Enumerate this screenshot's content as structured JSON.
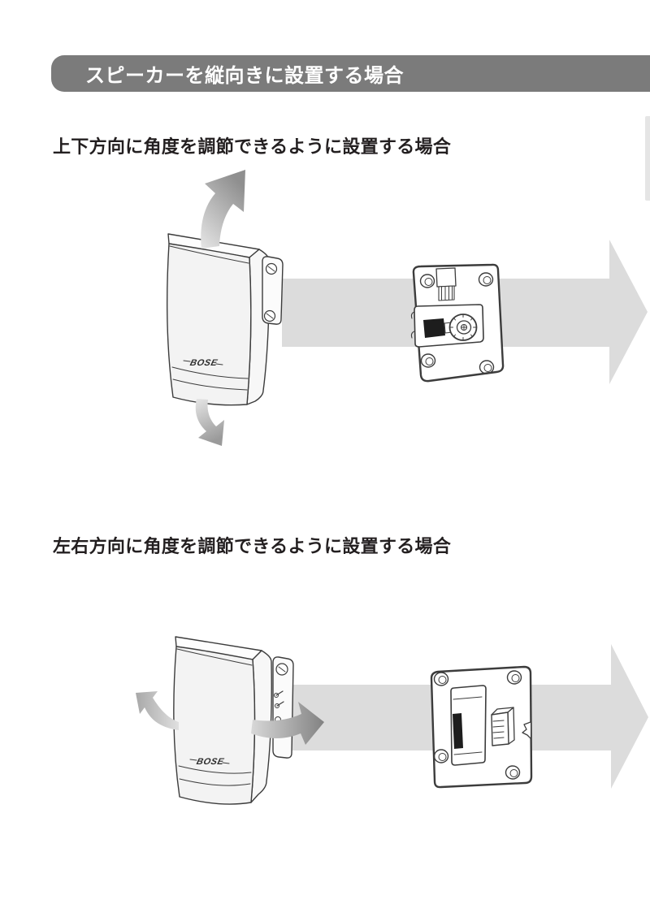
{
  "header": {
    "title": "スピーカーを縦向きに設置する場合"
  },
  "sections": {
    "vertical": {
      "heading": "上下方向に角度を調節できるように設置する場合",
      "speaker_logo": "BOSE"
    },
    "horizontal": {
      "heading": "左右方向に角度を調節できるように設置する場合",
      "speaker_logo": "BOSE"
    }
  },
  "colors": {
    "page_background": "#ffffff",
    "header_bar": "#7b7b7b",
    "header_text": "#ffffff",
    "heading_text": "#231f20",
    "flow_arrow": "#dcdcdc",
    "rotation_arrow_light": "#e6e6e6",
    "rotation_arrow_dark": "#8f8f8f",
    "line_art": "#3c3c3c",
    "edge_sliver": "#e5e5e5"
  }
}
